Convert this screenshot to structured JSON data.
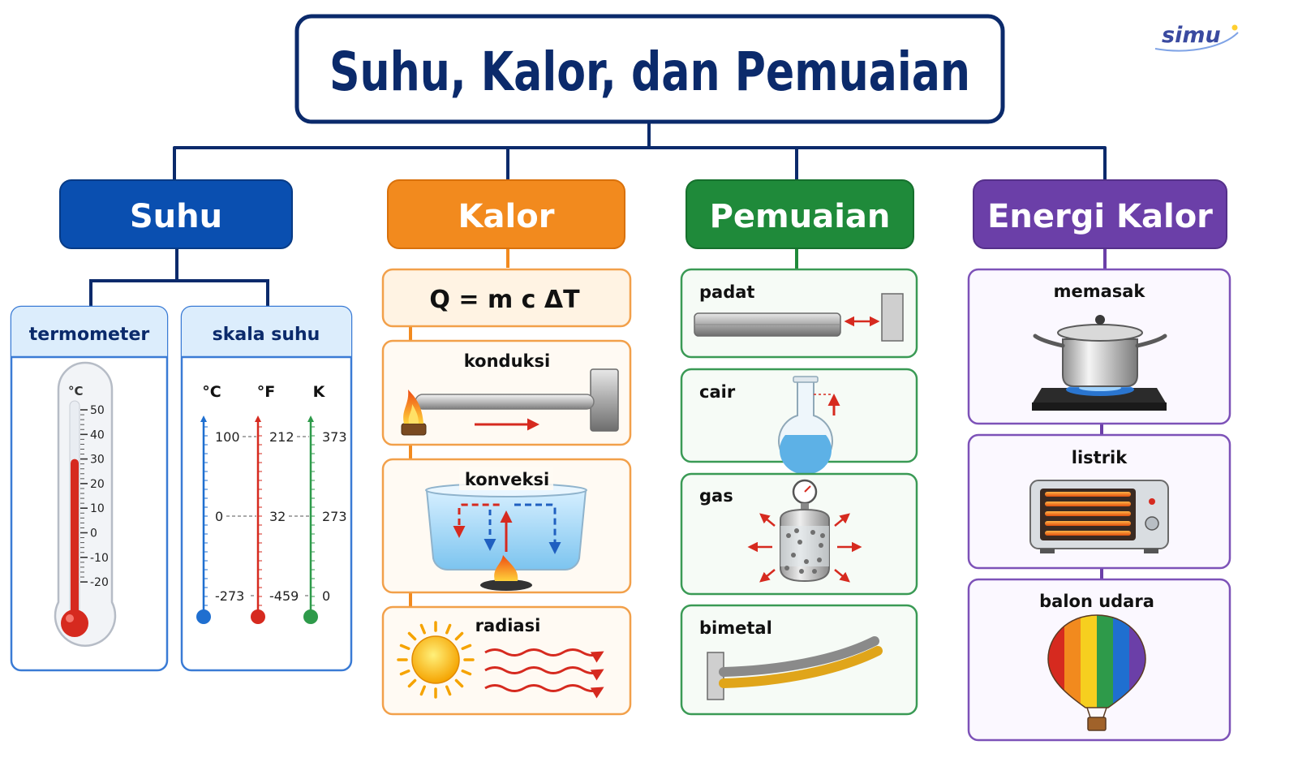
{
  "title": "Suhu, Kalor, dan Pemuaian",
  "logo": "simu",
  "colors": {
    "navy": "#0b2a6b",
    "blue": "#0a4fb0",
    "orange": "#f28a1e",
    "green": "#1f8a3a",
    "purple": "#6b3fa8",
    "red": "#d62a1f"
  },
  "suhu": {
    "label": "Suhu",
    "termometer": {
      "label": "termometer",
      "unit": "°C",
      "ticks": [
        "50",
        "40",
        "30",
        "20",
        "10",
        "0",
        "-10",
        "-20"
      ],
      "level": 30
    },
    "skala": {
      "label": "skala suhu",
      "scales": [
        {
          "unit": "°C",
          "values": [
            "100",
            "0",
            "-273"
          ]
        },
        {
          "unit": "°F",
          "values": [
            "212",
            "32",
            "-459"
          ]
        },
        {
          "unit": "K",
          "values": [
            "373",
            "273",
            "0"
          ]
        }
      ]
    }
  },
  "kalor": {
    "label": "Kalor",
    "formula": "Q = m c ΔT",
    "items": [
      {
        "label": "konduksi",
        "icon": "conduction-rod-icon"
      },
      {
        "label": "konveksi",
        "icon": "convection-water-icon"
      },
      {
        "label": "radiasi",
        "icon": "sun-radiation-icon"
      }
    ]
  },
  "pemuaian": {
    "label": "Pemuaian",
    "items": [
      {
        "label": "padat",
        "icon": "metal-bar-icon"
      },
      {
        "label": "cair",
        "icon": "flask-icon"
      },
      {
        "label": "gas",
        "icon": "gas-cylinder-icon"
      },
      {
        "label": "bimetal",
        "icon": "bimetal-strip-icon"
      }
    ]
  },
  "energi": {
    "label": "Energi Kalor",
    "items": [
      {
        "label": "memasak",
        "icon": "cooking-pot-icon"
      },
      {
        "label": "listrik",
        "icon": "electric-heater-icon"
      },
      {
        "label": "balon udara",
        "icon": "hot-air-balloon-icon"
      }
    ]
  }
}
